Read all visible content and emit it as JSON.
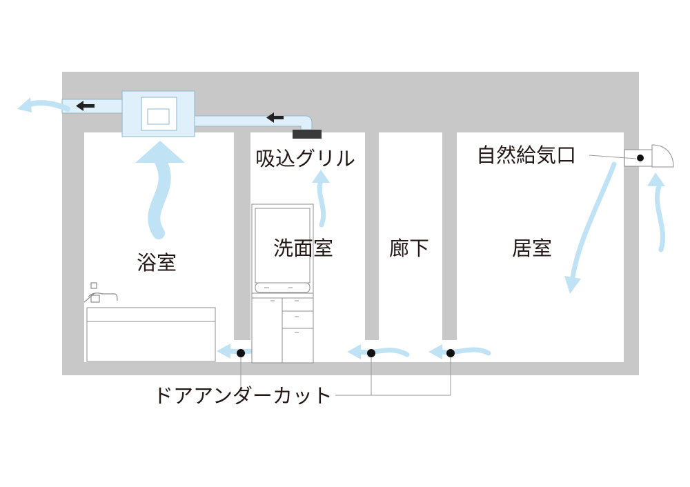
{
  "rooms": {
    "bathroom": "浴室",
    "washroom": "洗面室",
    "hallway": "廊下",
    "living_room": "居室"
  },
  "callouts": {
    "intake_grille": "吸込グリル",
    "natural_air_inlet": "自然給気口",
    "door_undercut": "ドアアンダーカット"
  },
  "colors": {
    "wall": "#c8c8c8",
    "airflow": "#bfe2f5",
    "duct": "#dff0fa",
    "duct_stroke": "#8fb6cc",
    "leader": "#9a9a9a",
    "grille": "#3a3a3a",
    "text": "#231815"
  }
}
